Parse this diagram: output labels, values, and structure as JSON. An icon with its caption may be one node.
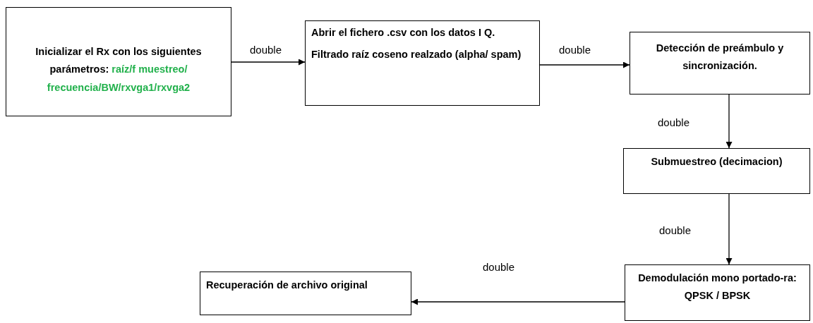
{
  "diagram": {
    "nodes": [
      {
        "text": [
          "Inicializar el Rx con los siguientes parámetros:",
          "raíz/f muestreo/ frecuencia/BW/rxvga1/rxvga2"
        ]
      },
      {
        "text": [
          "Abrir el fichero .csv con los datos I Q.",
          "Filtrado raíz coseno realzado (alpha/ spam)"
        ]
      },
      {
        "text": [
          "Detección de preámbulo y sincronización."
        ]
      },
      {
        "text": [
          "Submuestreo (decimacion)"
        ]
      },
      {
        "text": [
          "Demodulación mono portado-ra: QPSK / BPSK"
        ]
      },
      {
        "text": [
          "Recuperación de archivo original"
        ]
      }
    ],
    "edges": [
      {
        "from": 0,
        "to": 1,
        "arrow": "to",
        "label": "double"
      },
      {
        "from": 1,
        "to": 2,
        "arrow": "to",
        "label": "double"
      },
      {
        "from": 2,
        "to": 3,
        "arrow": "to",
        "label": "double"
      },
      {
        "from": 3,
        "to": 4,
        "arrow": "to",
        "label": "double"
      },
      {
        "from": 4,
        "to": 5,
        "arrow": "to",
        "label": "double"
      }
    ]
  }
}
